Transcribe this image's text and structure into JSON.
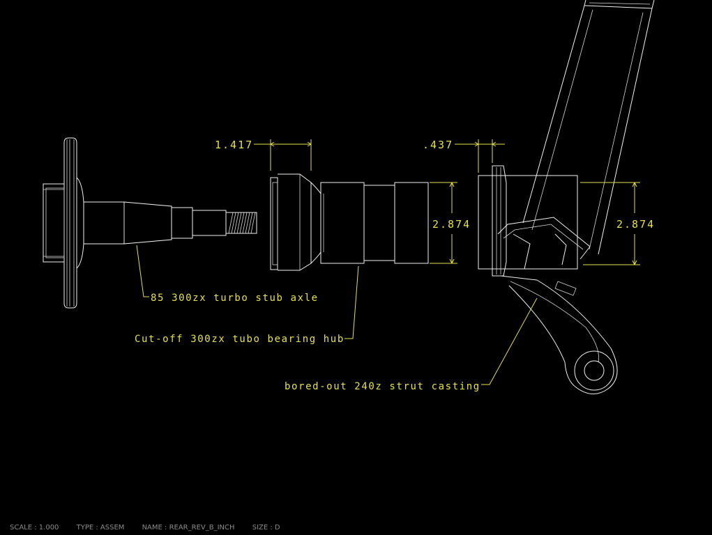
{
  "dimensions": {
    "hub_width": "1.417",
    "strut_lip": ".437",
    "hub_diameter": "2.874",
    "strut_bore": "2.874"
  },
  "notes": {
    "stub_axle": "85 300zx turbo stub axle",
    "bearing_hub": "Cut-off 300zx tubo bearing hub",
    "strut_casting": "bored-out 240z strut casting"
  },
  "status_bar": {
    "scale": "SCALE : 1.000",
    "type": "TYPE : ASSEM",
    "name": "NAME : REAR_REV_B_INCH",
    "size": "SIZE : D"
  },
  "colors": {
    "background": "#000000",
    "geometry": "#f2f2f2",
    "annotation": "#e6e24a",
    "status_text": "#8a8a8a"
  }
}
